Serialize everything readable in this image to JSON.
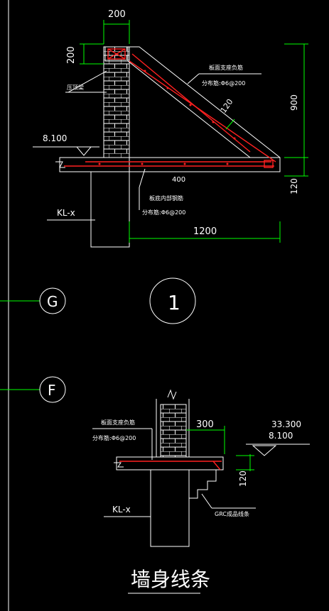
{
  "top_detail": {
    "dim_width": "200",
    "dim_height_left": "200",
    "label_beam": "压顶梁",
    "label_slab_rebar": "板面支座负筋",
    "label_dist1": "分布筋:Φ6@200",
    "dim_slope": "120",
    "dim_900": "900",
    "elev": "8.100",
    "dim_400": "400",
    "label_bottom_rebar": "板底内部钢筋",
    "label_dist2": "分布筋:Φ6@200",
    "dim_120": "120",
    "kl": "KL-x",
    "dim_1200": "1200",
    "detail_no": "1"
  },
  "axes": {
    "g": "G",
    "f": "F"
  },
  "bottom_detail": {
    "label_slab_rebar": "板面支座负筋",
    "label_dist": "分布筋:Φ6@200",
    "dim_300": "300",
    "elev1": "33.300",
    "elev2": "8.100",
    "dim_120": "120",
    "kl": "KL-x",
    "label_grc": "GRC成品线条"
  },
  "title": "墙身线条",
  "colors": {
    "background": "#000000",
    "outline": "#ffffff",
    "dimension": "#00ff00",
    "rebar": "#ff2020"
  }
}
